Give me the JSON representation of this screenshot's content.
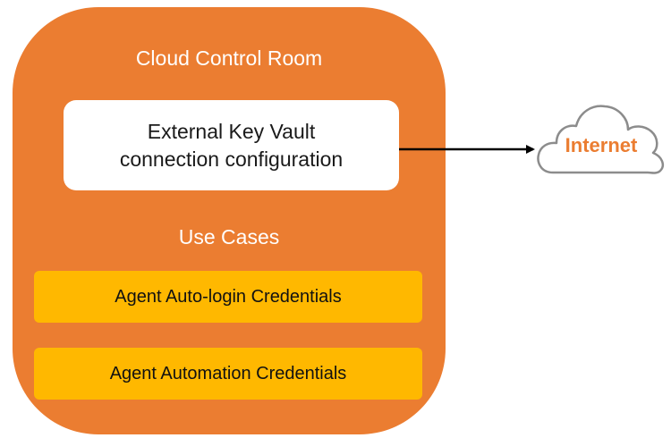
{
  "diagram": {
    "container_title": "Cloud Control Room",
    "config_box": {
      "line1": "External Key Vault",
      "line2": "connection configuration"
    },
    "section_title": "Use Cases",
    "use_cases": [
      {
        "label": "Agent Auto-login Credentials"
      },
      {
        "label": "Agent Automation Credentials"
      }
    ],
    "external": {
      "label": "Internet"
    },
    "colors": {
      "container": "#EB7D31",
      "use_case_fill": "#FFB800",
      "cloud_outline": "#8C8C8C",
      "internet_text": "#EB7D31"
    }
  }
}
